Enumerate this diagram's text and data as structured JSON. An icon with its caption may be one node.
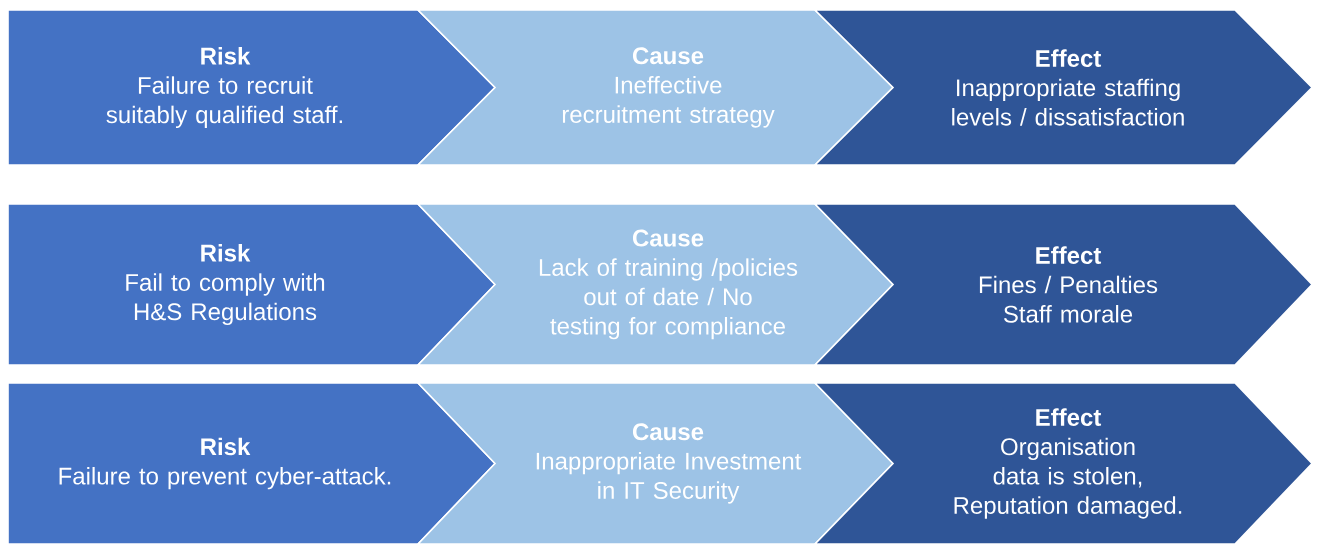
{
  "diagram": {
    "nodes": [
      {
        "text": [
          "Risk",
          "Failure to recruit suitably qualified staff."
        ]
      },
      {
        "text": [
          "Cause",
          "Ineffective recruitment strategy"
        ]
      },
      {
        "text": [
          "Effect",
          "Inappropriate staffing levels / dissatisfaction"
        ]
      },
      {
        "text": [
          "Risk",
          "Fail to comply with H&S Regulations"
        ]
      },
      {
        "text": [
          "Cause",
          "Lack of training /policies out of date / No testing for compliance"
        ]
      },
      {
        "text": [
          "Effect",
          "Fines / Penalties Staff morale"
        ]
      },
      {
        "text": [
          "Risk",
          "Failure to prevent cyber-attack."
        ]
      },
      {
        "text": [
          "Cause",
          "Inappropriate Investment in IT Security"
        ]
      },
      {
        "text": [
          "Effect",
          "Organisation data is stolen, Reputation damaged."
        ]
      }
    ]
  }
}
